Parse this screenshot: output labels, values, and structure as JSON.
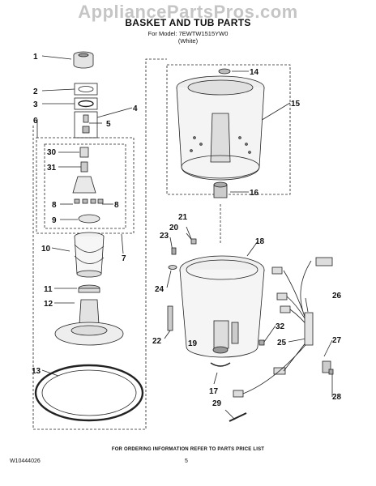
{
  "watermark": "AppliancePartsPros.com",
  "header": {
    "title": "BASKET AND TUB PARTS",
    "model_line": "For Model: 7EWTW1515YW0",
    "color_line": "(White)"
  },
  "callouts": {
    "c1": "1",
    "c2": "2",
    "c3": "3",
    "c4": "4",
    "c5": "5",
    "c6": "6",
    "c7": "7",
    "c8a": "8",
    "c8b": "8",
    "c9": "9",
    "c10": "10",
    "c11": "11",
    "c12": "12",
    "c13": "13",
    "c14": "14",
    "c15": "15",
    "c16": "16",
    "c17": "17",
    "c18": "18",
    "c19": "19",
    "c20": "20",
    "c21": "21",
    "c22": "22",
    "c23": "23",
    "c24": "24",
    "c25": "25",
    "c26": "26",
    "c27": "27",
    "c28": "28",
    "c29": "29",
    "c30": "30",
    "c31": "31",
    "c32": "32"
  },
  "footer": {
    "ordering": "FOR ORDERING INFORMATION REFER TO PARTS PRICE LIST",
    "doc_number": "W10444026",
    "page_number": "5"
  }
}
